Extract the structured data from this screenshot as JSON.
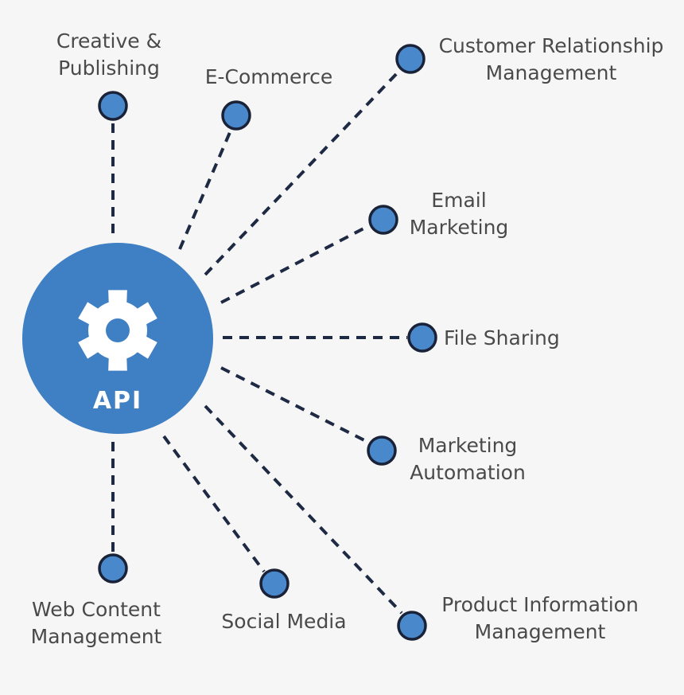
{
  "hub": {
    "label": "API",
    "icon": "gear-icon",
    "fill": "#3f7fc4",
    "icon_color": "#ffffff"
  },
  "colors": {
    "background": "#f6f6f6",
    "connector": "#1e2a44",
    "node_fill": "#4a88cc",
    "node_stroke": "#1a2238",
    "text": "#4a4a4a"
  },
  "nodes": [
    {
      "id": "creative-publishing",
      "lines": [
        "Creative &",
        "Publishing"
      ]
    },
    {
      "id": "e-commerce",
      "lines": [
        "E-Commerce"
      ]
    },
    {
      "id": "crm",
      "lines": [
        "Customer Relationship",
        "Management"
      ]
    },
    {
      "id": "email-marketing",
      "lines": [
        "Email",
        "Marketing"
      ]
    },
    {
      "id": "file-sharing",
      "lines": [
        "File Sharing"
      ]
    },
    {
      "id": "marketing-automation",
      "lines": [
        "Marketing",
        "Automation"
      ]
    },
    {
      "id": "pim",
      "lines": [
        "Product Information",
        "Management"
      ]
    },
    {
      "id": "social-media",
      "lines": [
        "Social Media"
      ]
    },
    {
      "id": "web-content-management",
      "lines": [
        "Web Content",
        "Management"
      ]
    }
  ]
}
